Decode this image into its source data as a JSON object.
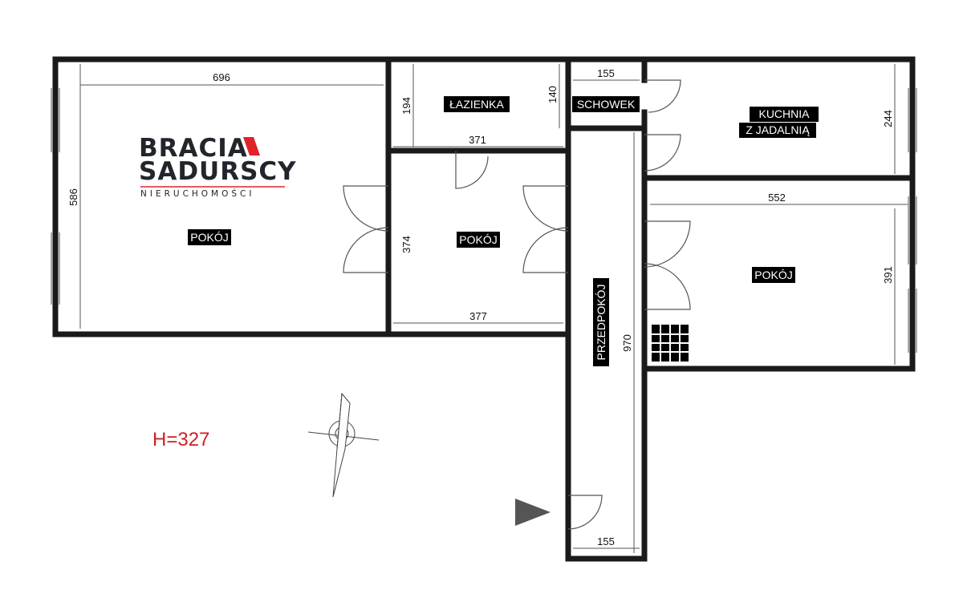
{
  "brand": {
    "line1": "BRACIA",
    "line2": "SADURSCY",
    "tagline": "NIERUCHOMOŚCI",
    "accent_color": "#e0222a",
    "text_color": "#22252b"
  },
  "rooms": {
    "pokoj_1": "POKÓJ",
    "lazienka": "ŁAZIENKA",
    "schowek": "SCHOWEK",
    "kuchnia_line1": "KUCHNIA",
    "kuchnia_line2": "Z JADALNIĄ",
    "pokoj_2": "POKÓJ",
    "pokoj_3": "POKÓJ",
    "przedpokoj": "PRZEDPOKÓJ"
  },
  "dimensions": {
    "pokoj_1_width": "696",
    "pokoj_1_depth": "586",
    "lazienka_depth": "194",
    "lazienka_inner": "140",
    "lazienka_width": "371",
    "schowek_width": "155",
    "kuchnia_depth": "244",
    "pokoj_2_depth": "374",
    "pokoj_2_width": "377",
    "pokoj_3_width": "552",
    "pokoj_3_depth": "391",
    "przedpokoj_length": "970",
    "entrance_width": "155"
  },
  "height_label": "H=327",
  "icons": {
    "compass": "compass-icon",
    "entrance": "entrance-arrow-icon",
    "radiator": "radiator-icon"
  }
}
